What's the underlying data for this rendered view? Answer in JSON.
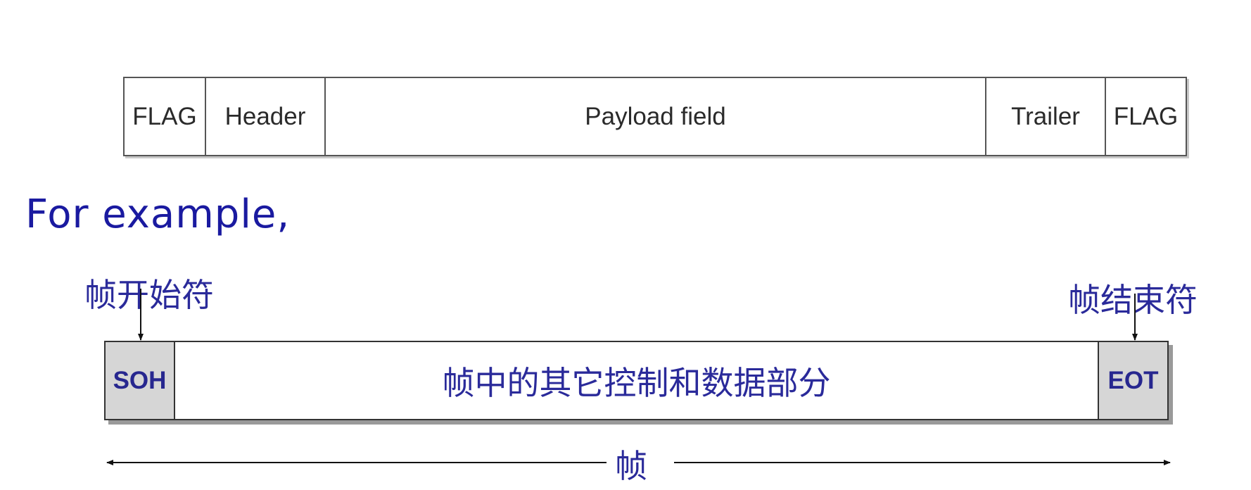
{
  "top_frame": {
    "fields": [
      {
        "key": "flag_start",
        "label": "FLAG"
      },
      {
        "key": "header",
        "label": "Header"
      },
      {
        "key": "payload",
        "label": "Payload field"
      },
      {
        "key": "trailer",
        "label": "Trailer"
      },
      {
        "key": "flag_end",
        "label": "FLAG"
      }
    ]
  },
  "example_text": "For example,",
  "example_frame": {
    "start_label": "帧开始符",
    "end_label": "帧结束符",
    "soh": "SOH",
    "body": "帧中的其它控制和数据部分",
    "eot": "EOT",
    "frame_label": "帧"
  },
  "colors": {
    "example_text": "#1a1aa0",
    "chinese_text": "#2a2a9a",
    "control_field_bg": "#d6d6d6",
    "control_field_text": "#27278f"
  }
}
